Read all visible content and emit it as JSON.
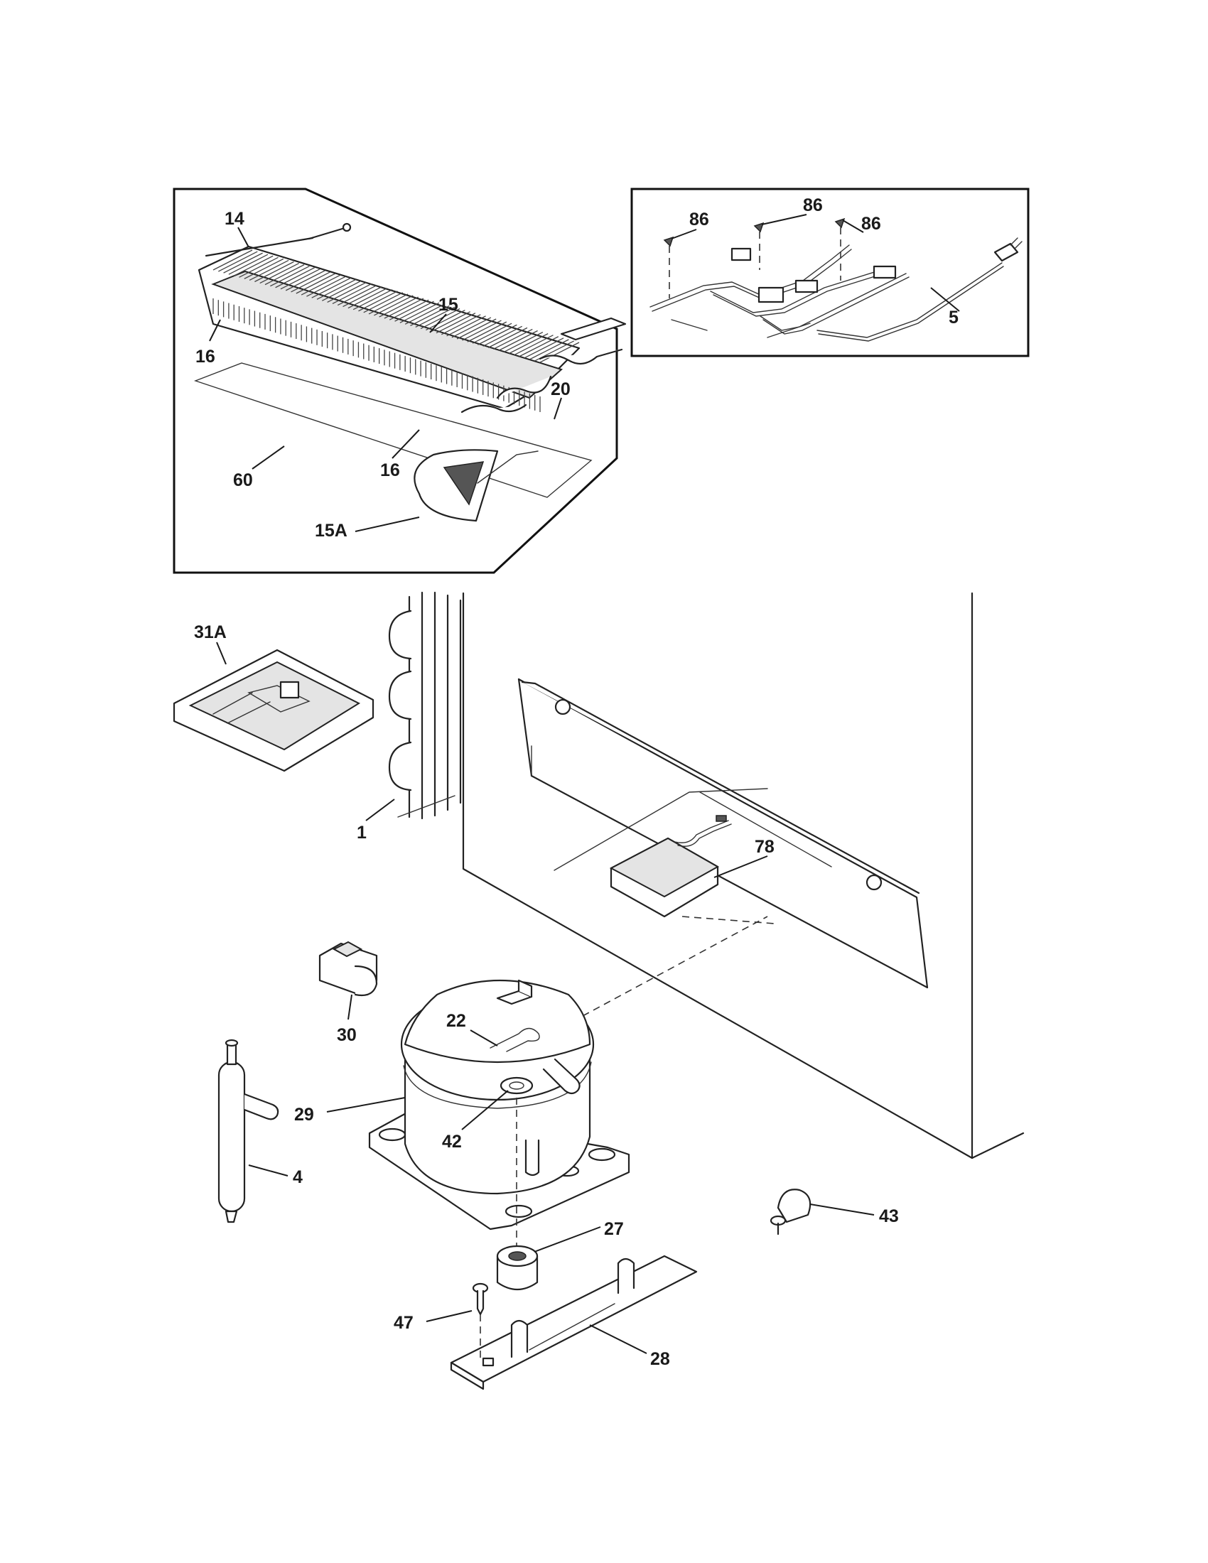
{
  "callouts": {
    "c14": "14",
    "c15": "15",
    "c16a": "16",
    "c16b": "16",
    "c20": "20",
    "c60": "60",
    "c15a": "15A",
    "c86a": "86",
    "c86b": "86",
    "c86c": "86",
    "c5": "5",
    "c31a": "31A",
    "c1": "1",
    "c78": "78",
    "c30": "30",
    "c22": "22",
    "c29": "29",
    "c42": "42",
    "c4": "4",
    "c43": "43",
    "c27": "27",
    "c47": "47",
    "c28": "28"
  },
  "colors": {
    "line": "#1a1a1a",
    "fill": "#ffffff",
    "shade": "#e4e4e4"
  }
}
